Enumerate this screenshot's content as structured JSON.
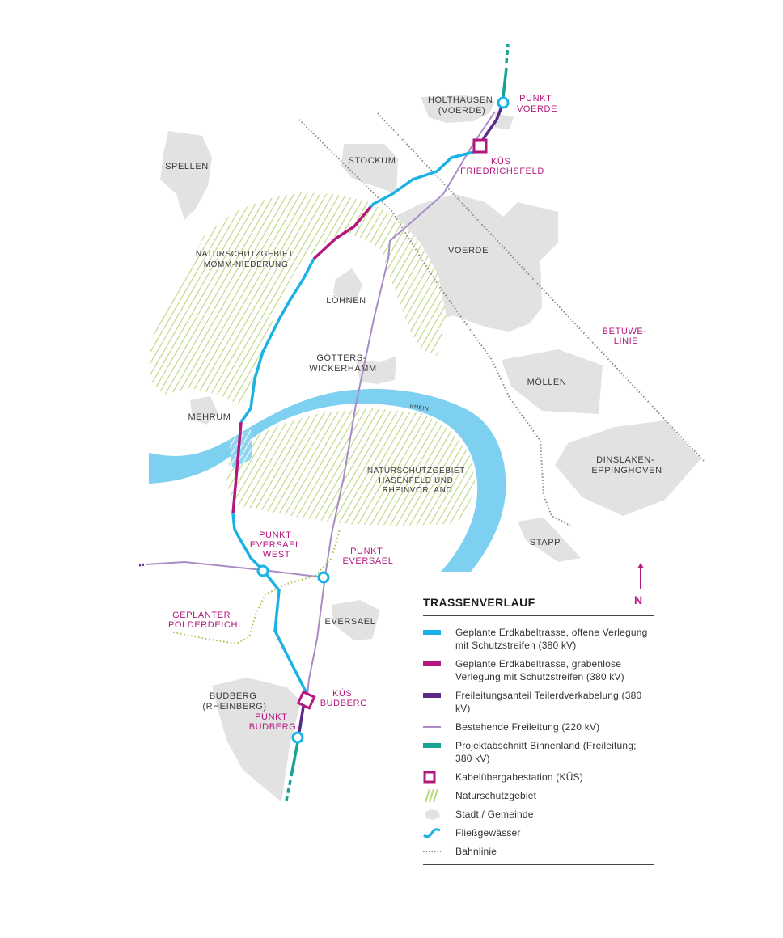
{
  "places": {
    "holthausen": [
      "HOLTHAUSEN",
      "(VOERDE)"
    ],
    "punkt_voerde": [
      "PUNKT",
      "VOERDE"
    ],
    "kues_friedrichsfeld": [
      "KÜS",
      "FRIEDRICHSFELD"
    ],
    "spellen": "SPELLEN",
    "stockum": "STOCKUM",
    "nsg_momm": [
      "NATURSCHUTZGEBIET",
      "MOMM-NIEDERUNG"
    ],
    "voerde": "VOERDE",
    "loehnen": "LÖHNEN",
    "betuwe": [
      "BETUWE-",
      "LINIE"
    ],
    "goetters": [
      "GÖTTERS-",
      "WICKERHAMM"
    ],
    "moellen": "MÖLLEN",
    "mehrum": "MEHRUM",
    "rhein": "RHEIN",
    "dinslaken": [
      "DINSLAKEN-",
      "EPPINGHOVEN"
    ],
    "nsg_hasenfeld": [
      "NATURSCHUTZGEBIET",
      "HASENFELD UND",
      "RHEINVORLAND"
    ],
    "stapp": "STAPP",
    "punkt_eversael_west": [
      "PUNKT",
      "EVERSAEL",
      "WEST"
    ],
    "punkt_eversael": [
      "PUNKT",
      "EVERSAEL"
    ],
    "polderdeich": [
      "GEPLANTER",
      "POLDERDEICH"
    ],
    "eversael": "EVERSAEL",
    "budberg": [
      "BUDBERG",
      "(RHEINBERG)"
    ],
    "kues_budberg": [
      "KÜS",
      "BUDBERG"
    ],
    "punkt_budberg": [
      "PUNKT",
      "BUDBERG"
    ]
  },
  "north": "N",
  "legend": {
    "title": "TRASSENVERLAUF",
    "items": [
      {
        "icon": "cable-open-swatch",
        "color": "#1ab2e4",
        "label": "Geplante Erdkabeltrasse, offene Verlegung mit Schutzstreifen (380 kV)"
      },
      {
        "icon": "cable-trenchless-swatch",
        "color": "#b4177e",
        "label": "Geplante Erdkabeltrasse, grabenlose Verlegung mit Schutzstreifen (380 kV)"
      },
      {
        "icon": "overhead-partial-swatch",
        "color": "#5a2a86",
        "label": "Freileitungsanteil Teilerdverkabelung (380 kV)"
      },
      {
        "icon": "existing-line-swatch",
        "color": "#a98bc6",
        "label": "Bestehende Freileitung (220 kV)"
      },
      {
        "icon": "inland-section-swatch",
        "color": "#17a394",
        "label": "Projektabschnitt Binnenland (Freileitung; 380 kV)"
      },
      {
        "icon": "station-square-icon",
        "color": "#b4177e",
        "label": "Kabelübergabestation (KÜS)"
      },
      {
        "icon": "hatch-icon",
        "color": "#b8d27a",
        "label": "Naturschutzgebiet"
      },
      {
        "icon": "town-blob-icon",
        "color": "#e2e2e2",
        "label": "Stadt / Gemeinde"
      },
      {
        "icon": "river-wave-icon",
        "color": "#1ab2e4",
        "label": "Fließgewässer"
      },
      {
        "icon": "dotted-line-icon",
        "color": "#888888",
        "label": "Bahnlinie"
      }
    ]
  }
}
